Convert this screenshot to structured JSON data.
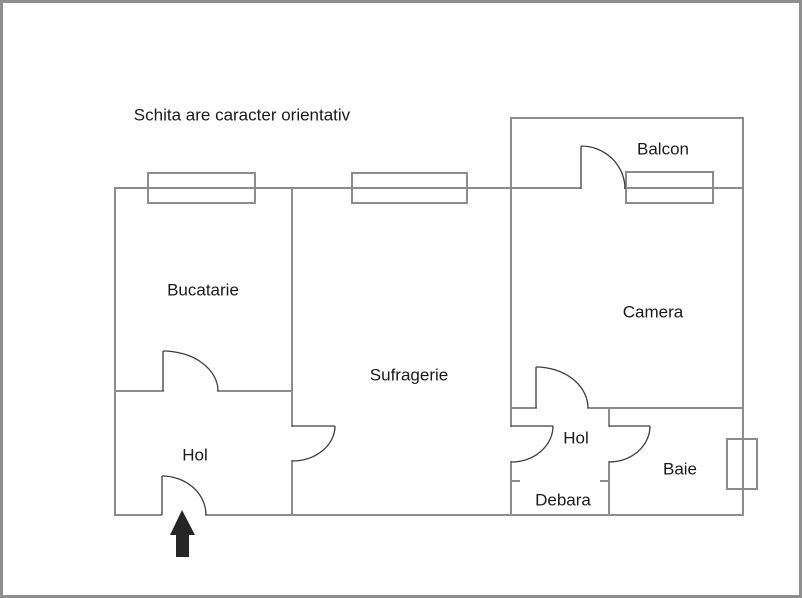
{
  "disclaimer": "Schita are caracter orientativ",
  "rooms": {
    "bucatarie": {
      "label": "Bucatarie"
    },
    "sufragerie": {
      "label": "Sufragerie"
    },
    "hol_left": {
      "label": "Hol"
    },
    "balcon": {
      "label": "Balcon"
    },
    "camera": {
      "label": "Camera"
    },
    "hol_right": {
      "label": "Hol"
    },
    "debara": {
      "label": "Debara"
    },
    "baie": {
      "label": "Baie"
    }
  },
  "symbols": {
    "entrance_arrow_icon": "up-arrow"
  },
  "colors": {
    "wall": "#8c8c8c",
    "door": "#3d3d3d",
    "text": "#1a1a1a",
    "arrow": "#262626",
    "canvas_border": "#8f8f8f",
    "background": "#ffffff"
  }
}
